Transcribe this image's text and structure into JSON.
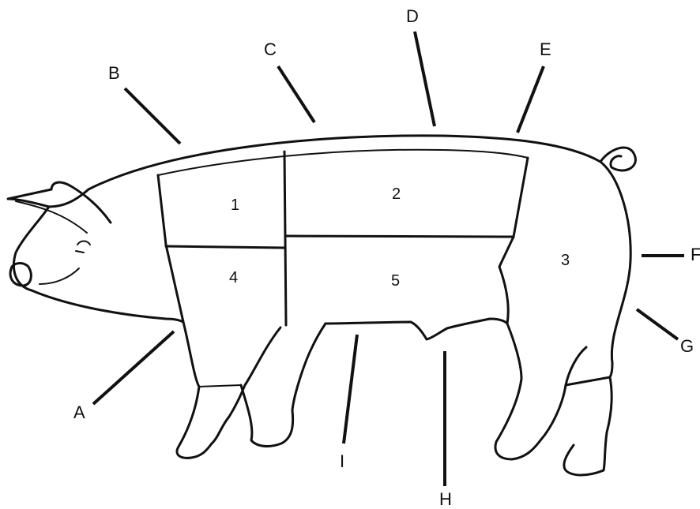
{
  "diagram": {
    "regions": [
      {
        "id": "r1",
        "number": "1"
      },
      {
        "id": "r2",
        "number": "2"
      },
      {
        "id": "r3",
        "number": "3"
      },
      {
        "id": "r4",
        "number": "4"
      },
      {
        "id": "r5",
        "number": "5"
      }
    ],
    "callouts": [
      {
        "id": "A",
        "letter": "A"
      },
      {
        "id": "B",
        "letter": "B"
      },
      {
        "id": "C",
        "letter": "C"
      },
      {
        "id": "D",
        "letter": "D"
      },
      {
        "id": "E",
        "letter": "E"
      },
      {
        "id": "F",
        "letter": "F"
      },
      {
        "id": "G",
        "letter": "G"
      },
      {
        "id": "H",
        "letter": "H"
      },
      {
        "id": "I",
        "letter": "I"
      }
    ]
  }
}
